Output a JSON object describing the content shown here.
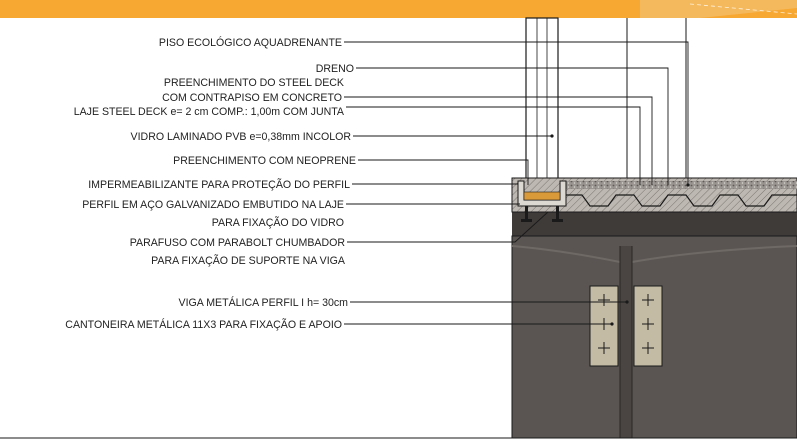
{
  "colors": {
    "banner": "#f7a832",
    "line": "#1a1a1a",
    "beam": "#5a5552",
    "beam_dark": "#3f3b39",
    "beam_light": "#6e6965",
    "angle_plate": "#c4bba5",
    "gasket": "#d99a3a",
    "slab_texture": "#8a8580"
  },
  "labels": {
    "piso": "PISO ECOLÓGICO AQUADRENANTE",
    "dreno": "DRENO",
    "preench_1": "PREENCHIMENTO DO STEEL DECK",
    "preench_2": "COM CONTRAPISO EM CONCRETO",
    "laje": "LAJE STEEL DECK e= 2 cm COMP.: 1,00m COM JUNTA",
    "vidro": "VIDRO LAMINADO PVB e=0,38mm INCOLOR",
    "neoprene": "PREENCHIMENTO COM NEOPRENE",
    "imperm": "IMPERMEABILIZANTE PARA PROTEÇÃO DO PERFIL",
    "perfil_1": "PERFIL EM AÇO GALVANIZADO EMBUTIDO NA LAJE",
    "perfil_2": "PARA FIXAÇÃO DO VIDRO",
    "parafuso_1": "PARAFUSO COM PARABOLT CHUMBADOR",
    "parafuso_2": "PARA FIXAÇÃO DE SUPORTE NA VIGA",
    "viga": "VIGA METÁLICA PERFIL I h= 30cm",
    "cantoneira": "CANTONEIRA METÁLICA 11X3 PARA FIXAÇÃO E APOIO"
  }
}
